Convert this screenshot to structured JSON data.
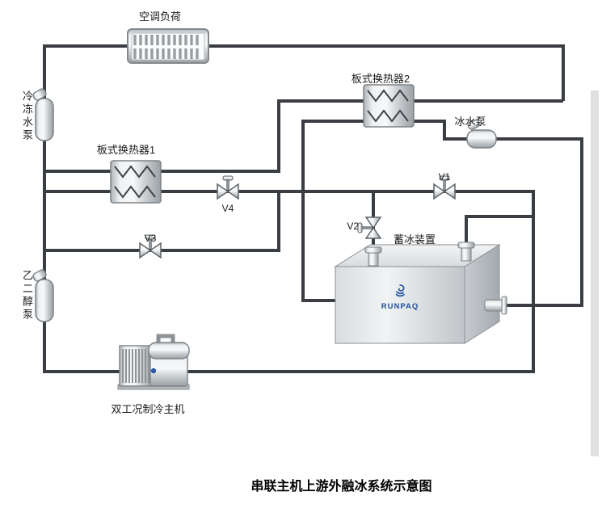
{
  "title": "串联主机上游外融冰系统示意图",
  "labels": {
    "ac_load": "空调负荷",
    "chilled_pump": "冷冻水泵",
    "phe1": "板式换热器1",
    "phe2": "板式换热器2",
    "ice_pump": "冰水泵",
    "tank": "蓄冰装置",
    "glycol_pump": "乙二醇泵",
    "chiller": "双工况制冷主机",
    "v1": "V1",
    "v2": "V2",
    "v3": "V3",
    "v4": "V4",
    "logo": "RUNPAQ"
  },
  "colors": {
    "pipe": "#3a3d41",
    "label": "#1b1b1b",
    "logo_blue": "#1d4f9e",
    "metal_light": "#f4f5f6",
    "metal_mid": "#c9cdd1",
    "metal_dark": "#9aa0a4"
  }
}
